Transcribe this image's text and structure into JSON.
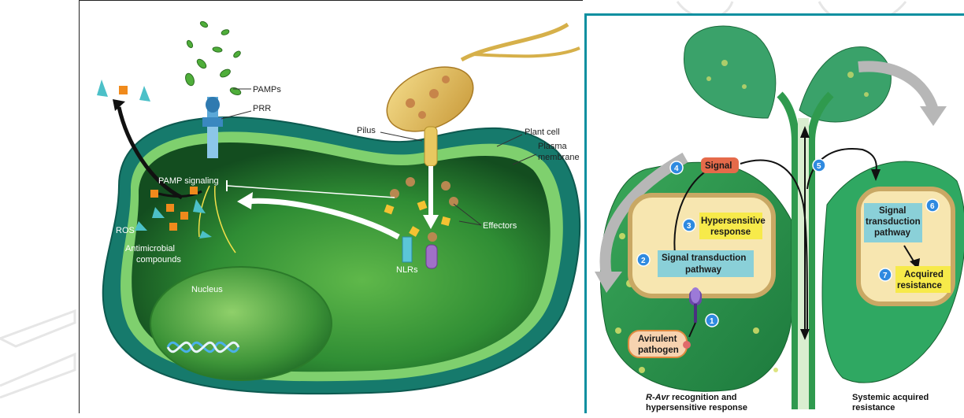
{
  "left_panel": {
    "labels": {
      "pamps": "PAMPs",
      "prr": "PRR",
      "plant_cell": "Plant cell",
      "plasma": "Plasma",
      "membrane": "membrane",
      "pilus": "Pilus",
      "pamp_signaling": "PAMP signaling",
      "ros": "ROS",
      "antimicrobial": "Antimicrobial",
      "compounds": "compounds",
      "effectors": "Effectors",
      "nlrs": "NLRs",
      "nucleus": "Nucleus"
    }
  },
  "right_panel": {
    "steps": {
      "s1": "1",
      "s2": "2",
      "s3": "3",
      "s4": "4",
      "s5": "5",
      "s6": "6",
      "s7": "7"
    },
    "boxes": {
      "signal": "Signal",
      "hypersensitive_1": "Hypersensitive",
      "hypersensitive_2": "response",
      "signal_transduction_1": "Signal transduction",
      "signal_transduction_2": "pathway",
      "right_transduction_1": "Signal",
      "right_transduction_2": "transduction",
      "right_transduction_3": "pathway",
      "acquired_1": "Acquired",
      "acquired_2": "resistance",
      "avirulent_1": "Avirulent",
      "avirulent_2": "pathogen"
    },
    "captions": {
      "left_1_italic": "R-Avr",
      "left_1_rest": " recognition and",
      "left_2": "hypersensitive response",
      "right_1": "Systemic acquired",
      "right_2": "resistance"
    }
  }
}
